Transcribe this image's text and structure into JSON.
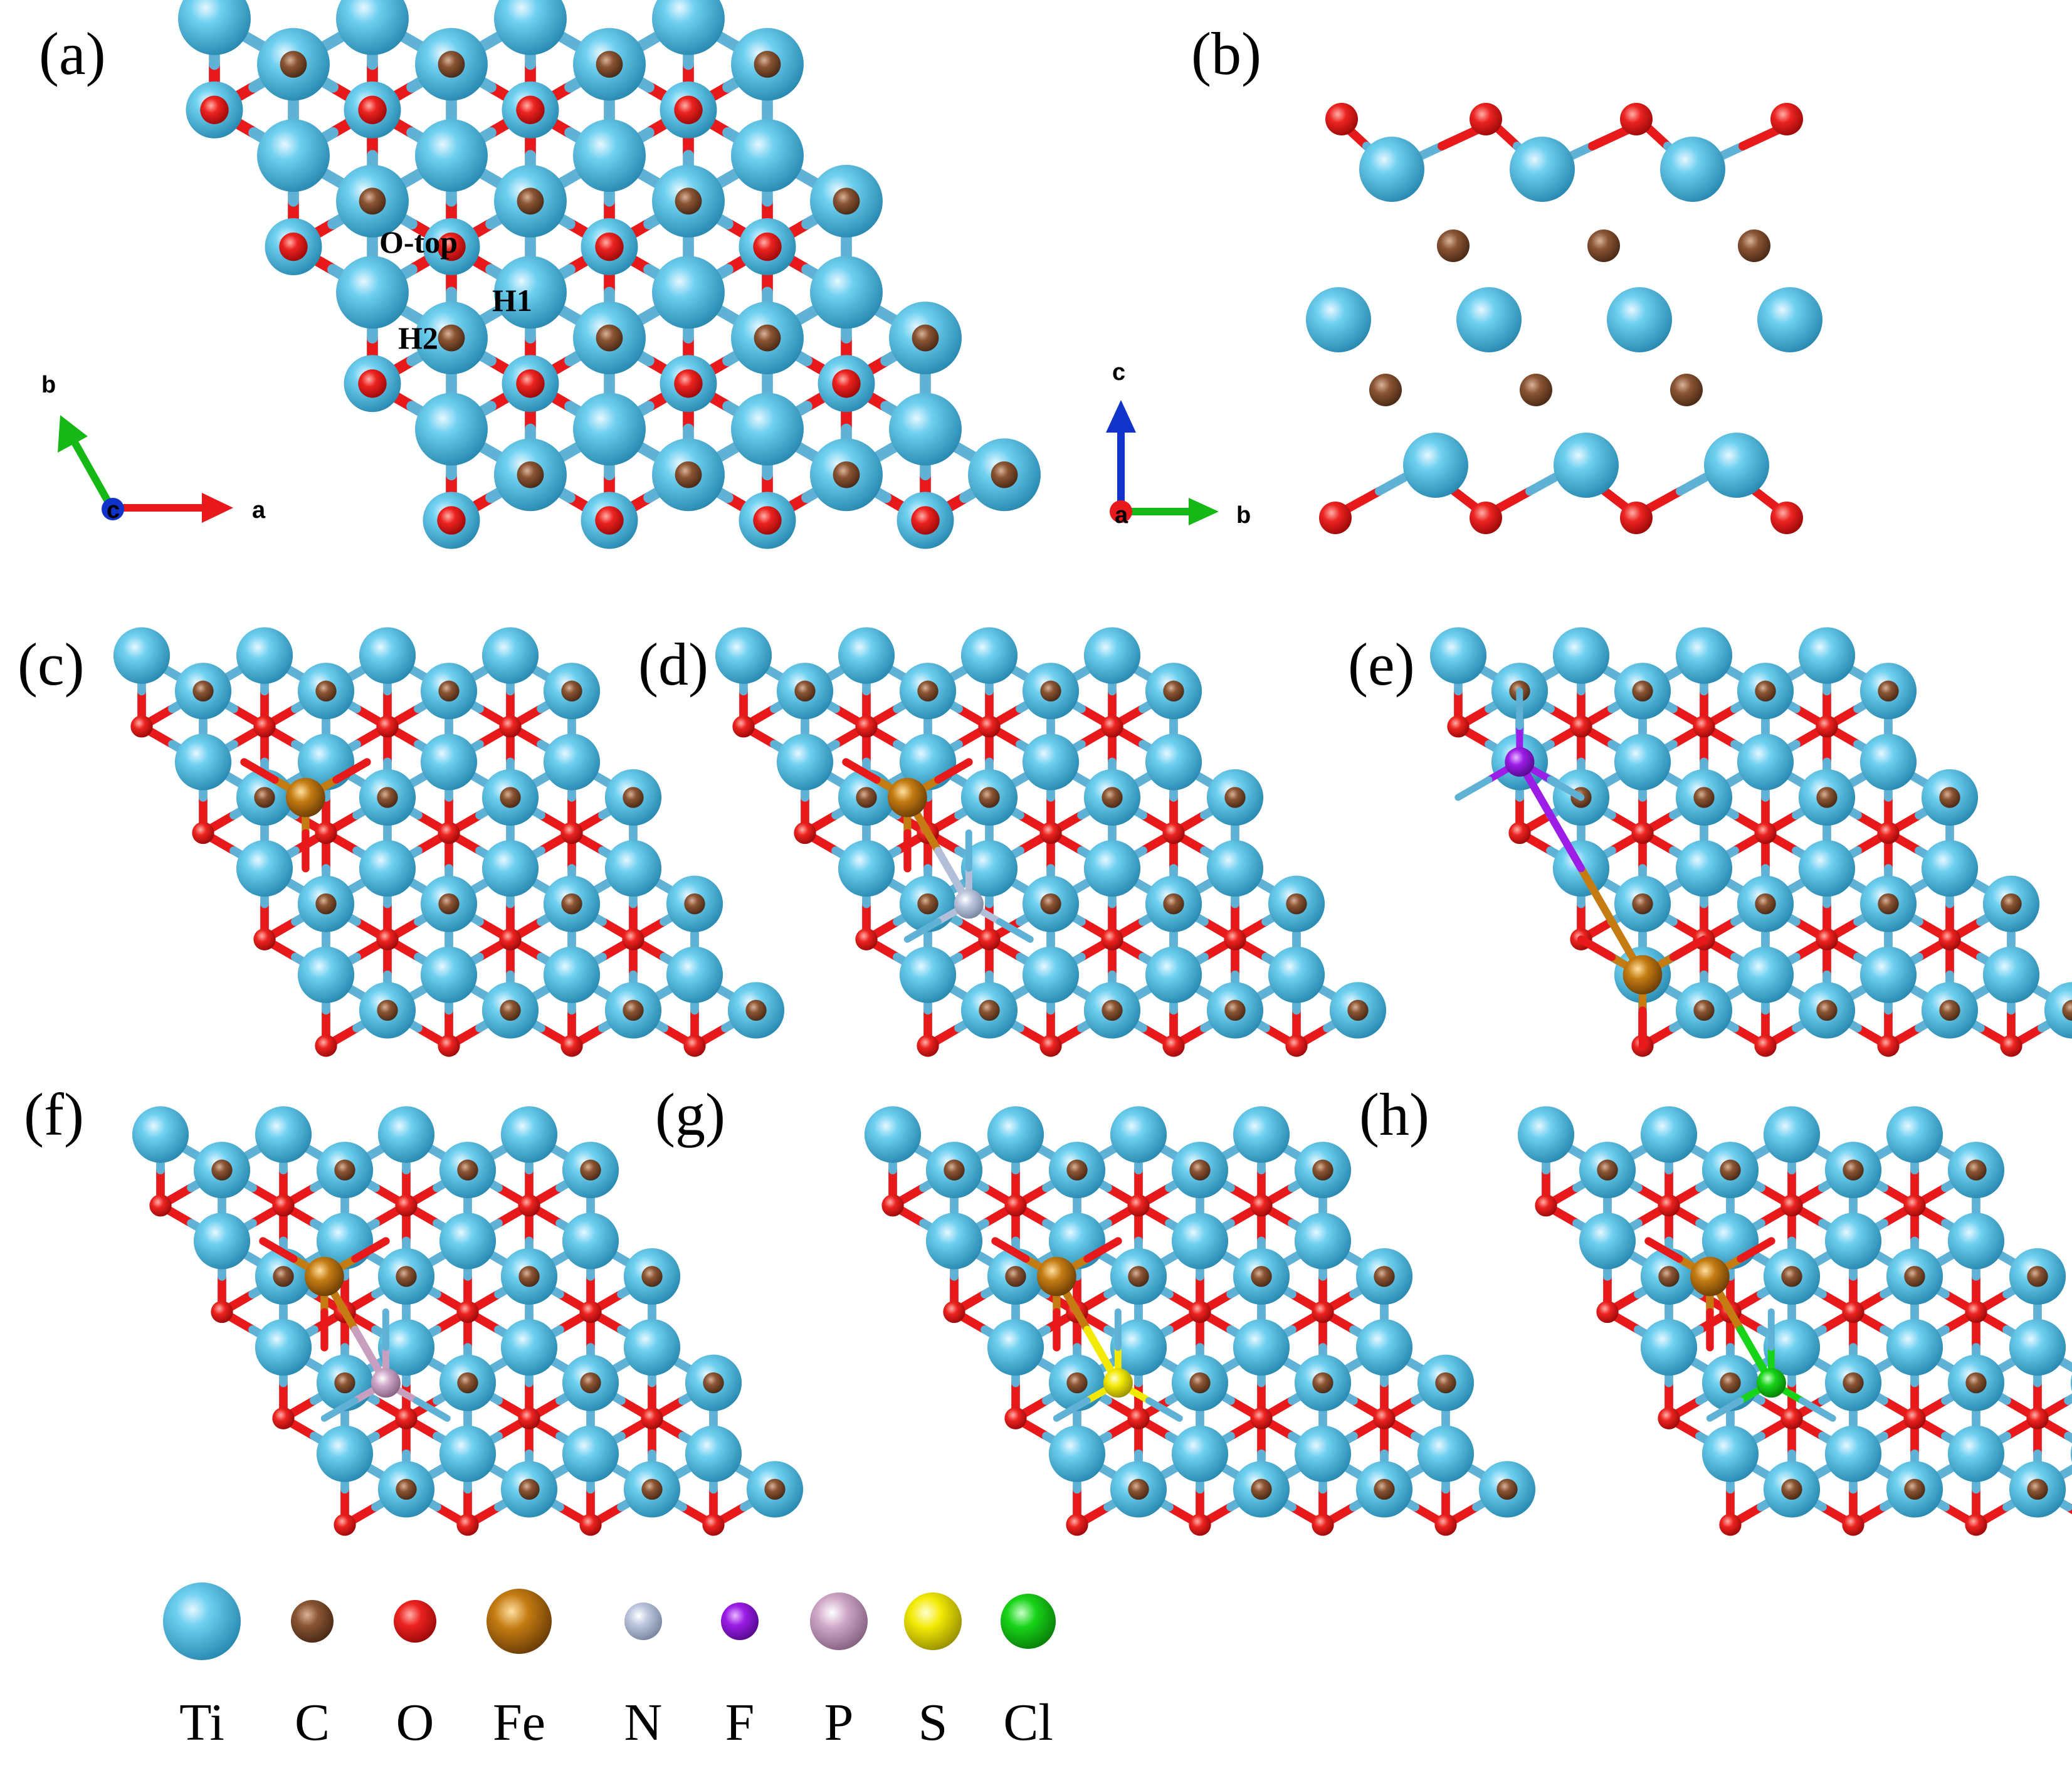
{
  "panels": [
    {
      "id": "a",
      "label": "(a)",
      "view": "top"
    },
    {
      "id": "b",
      "label": "(b)",
      "view": "side"
    },
    {
      "id": "c",
      "label": "(c)",
      "view": "top",
      "adsorbate": "Fe",
      "dopant": null
    },
    {
      "id": "d",
      "label": "(d)",
      "view": "top",
      "adsorbate": "Fe",
      "dopant": "N"
    },
    {
      "id": "e",
      "label": "(e)",
      "view": "top",
      "adsorbate": "Fe",
      "dopant": "F"
    },
    {
      "id": "f",
      "label": "(f)",
      "view": "top",
      "adsorbate": "Fe",
      "dopant": "P"
    },
    {
      "id": "g",
      "label": "(g)",
      "view": "top",
      "adsorbate": "Fe",
      "dopant": "S"
    },
    {
      "id": "h",
      "label": "(h)",
      "view": "top",
      "adsorbate": "Fe",
      "dopant": "Cl"
    }
  ],
  "site_labels": {
    "o_top": "O-top",
    "h1": "H1",
    "h2": "H2"
  },
  "axes_top": {
    "a": "a",
    "b": "b",
    "c": "c"
  },
  "axes_side": {
    "a": "a",
    "b": "b",
    "c": "c"
  },
  "legend": [
    {
      "element": "Ti",
      "label": "Ti",
      "color": "#52bde0"
    },
    {
      "element": "C",
      "label": "C",
      "color": "#7a4a2c"
    },
    {
      "element": "O",
      "label": "O",
      "color": "#e8191b"
    },
    {
      "element": "Fe",
      "label": "Fe",
      "color": "#b8700f"
    },
    {
      "element": "N",
      "label": "N",
      "color": "#b3bfd8"
    },
    {
      "element": "F",
      "label": "F",
      "color": "#9b1de6"
    },
    {
      "element": "P",
      "label": "P",
      "color": "#c99fc0"
    },
    {
      "element": "S",
      "label": "S",
      "color": "#f2ea05"
    },
    {
      "element": "Cl",
      "label": "Cl",
      "color": "#18d418"
    }
  ],
  "colors": {
    "ti": "#52bde0",
    "ti_dark": "#1f7fa8",
    "c": "#7a4a2c",
    "o": "#e8191b",
    "bond": "#5fb2d6",
    "axis_a": "#e8191b",
    "axis_b": "#16b816",
    "axis_c": "#1133cc"
  }
}
